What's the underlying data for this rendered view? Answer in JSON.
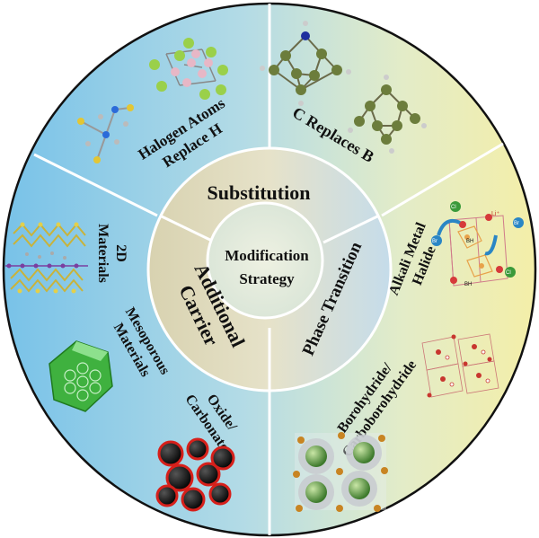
{
  "center": {
    "line1": "Modification",
    "line2": "Strategy"
  },
  "inner_ring": {
    "substitution": "Substitution",
    "additional_carrier_line1": "Additional",
    "additional_carrier_line2": "Carrier",
    "phase_transition": "Phase Transition"
  },
  "outer_sectors": {
    "halogen_line1": "Halogen Atoms",
    "halogen_line2": "Replace H",
    "c_replaces_b": "C Replaces B",
    "alkali_line1": "Alkali Metal",
    "alkali_line2": "Halide",
    "boro_line1": "Borohydride/",
    "boro_line2": "Carboborohydride",
    "materials_2d_line1": "2D",
    "materials_2d_line2": "Materials",
    "mesoporous_line1": "Mesoporous",
    "mesoporous_line2": "Materials",
    "oxide_line1": "Oxide/",
    "oxide_line2": "Carbonate"
  },
  "structure_labels": {
    "bh4_a": "BH",
    "bh4_b": "BH",
    "li": "Li⁺",
    "cl_a": "Cl",
    "cl_b": "Cl",
    "br_a": "Br",
    "br_b": "Br"
  },
  "colors": {
    "blue": "#7cc3e6",
    "yellow": "#f3eeb4",
    "white_lines": "#ffffff"
  }
}
